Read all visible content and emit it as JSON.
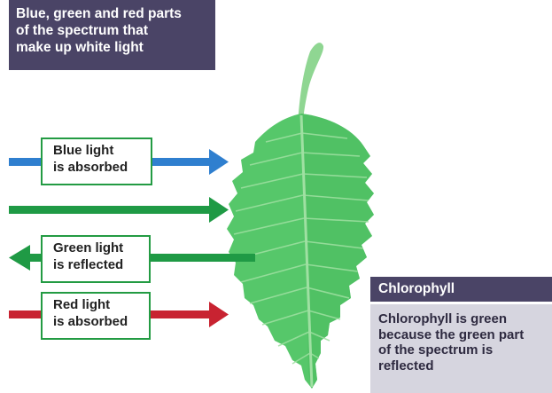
{
  "header": {
    "title_lines": [
      "Blue, green and red parts",
      "of the spectrum that",
      "make up white light"
    ]
  },
  "labels": {
    "blue": [
      "Blue light",
      "is absorbed"
    ],
    "green": [
      "Green light",
      "is reflected"
    ],
    "red": [
      "Red light",
      "is absorbed"
    ]
  },
  "chlorophyll": {
    "heading": "Chlorophyll",
    "body_lines": [
      "Chlorophyll is green",
      "because the green part",
      "of the spectrum is",
      "reflected"
    ]
  },
  "colors": {
    "panel_dark": "#4a4466",
    "panel_light": "#d6d5df",
    "blue_arrow": "#2f7fcf",
    "green_arrow": "#1f9a45",
    "red_arrow": "#c82331",
    "leaf": "#56c76a",
    "leaf_shadow": "#49b95d",
    "leaf_vein": "#9fe0a2",
    "stem": "#8fd692",
    "label_border": "#239b43"
  }
}
